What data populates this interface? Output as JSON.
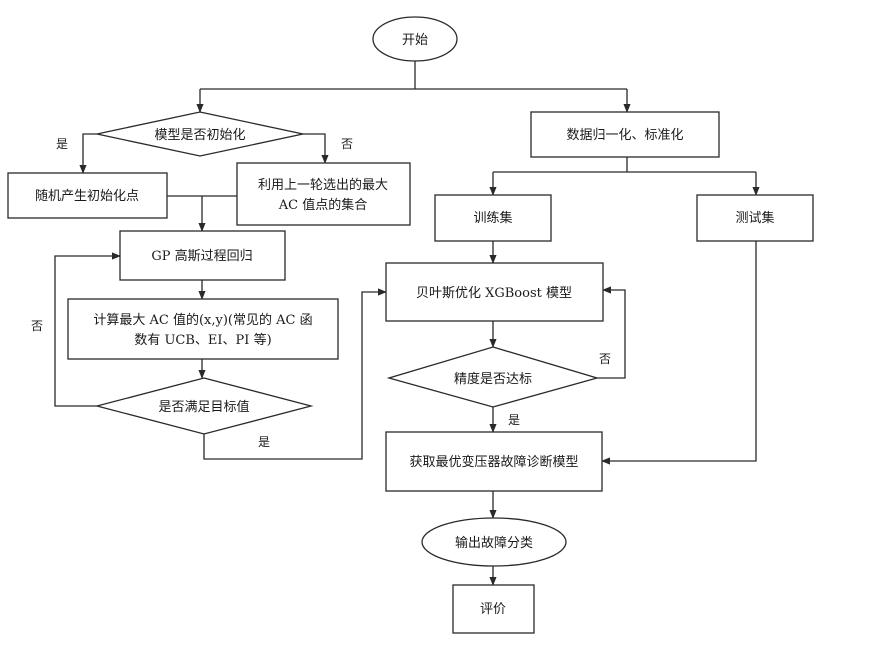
{
  "nodes": {
    "start": "开始",
    "model_init_q": "模型是否初始化",
    "random_init": "随机产生初始化点",
    "reuse_line1": "利用上一轮选出的最大",
    "reuse_line2": "AC 值点的集合",
    "gp": "GP 高斯过程回归",
    "calc_line1": "计算最大 AC 值的(x,y)(常见的 AC 函",
    "calc_line2": "数有 UCB、EI、PI 等)",
    "target_q": "是否满足目标值",
    "normalize": "数据归一化、标准化",
    "train_set": "训练集",
    "test_set": "测试集",
    "bayes_opt": "贝叶斯优化 XGBoost 模型",
    "precision_q": "精度是否达标",
    "best_model": "获取最优变压器故障诊断模型",
    "output": "输出故障分类",
    "evaluate": "评价"
  },
  "edge_labels": {
    "init_yes": "是",
    "init_no": "否",
    "target_no": "否",
    "target_yes": "是",
    "precision_no": "否",
    "precision_yes": "是"
  }
}
